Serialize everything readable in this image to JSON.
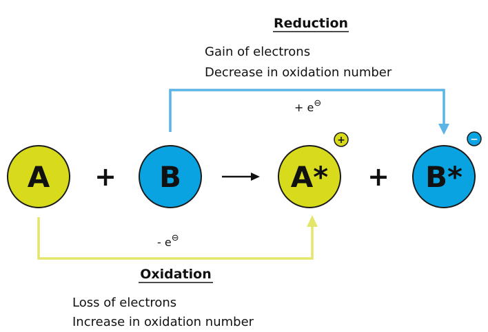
{
  "colors": {
    "yellow": "#d8db1c",
    "blue": "#0aa3e2",
    "reduction_line": "#5ab4e5",
    "oxidation_line": "#e4e66a",
    "outline": "#1a1a1a"
  },
  "reduction": {
    "heading": "Reduction",
    "line1": "Gain of electrons",
    "line2": "Decrease in oxidation number",
    "charge": "+ e",
    "charge_sup": "⊖"
  },
  "oxidation": {
    "heading": "Oxidation",
    "line1": "Loss of electrons",
    "line2": "Increase in oxidation number",
    "charge": "- e",
    "charge_sup": "⊖"
  },
  "species": {
    "a": "A",
    "b": "B",
    "a_star": "A*",
    "b_star": "B*"
  },
  "operators": {
    "plus_left": "+",
    "plus_right": "+"
  },
  "badges": {
    "a_star_sign": "+",
    "b_star_sign": "−"
  },
  "icons": {
    "reaction_arrow": "right-arrow-icon"
  }
}
